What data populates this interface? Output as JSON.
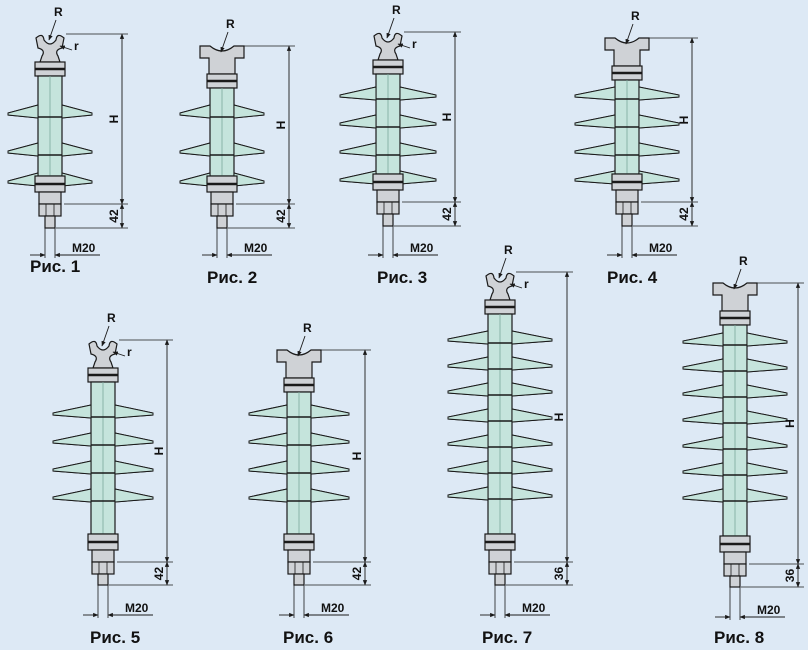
{
  "figures": [
    {
      "caption": "Рис. 1",
      "radius_label": "R",
      "inner_radius_label": "r",
      "height_label": "H",
      "base_label": "42",
      "thread_label": "M20"
    },
    {
      "caption": "Рис. 2",
      "radius_label": "R",
      "height_label": "H",
      "base_label": "42",
      "thread_label": "M20"
    },
    {
      "caption": "Рис. 3",
      "radius_label": "R",
      "inner_radius_label": "r",
      "height_label": "H",
      "base_label": "42",
      "thread_label": "M20"
    },
    {
      "caption": "Рис. 4",
      "radius_label": "R",
      "height_label": "H",
      "base_label": "42",
      "thread_label": "M20"
    },
    {
      "caption": "Рис. 5",
      "radius_label": "R",
      "inner_radius_label": "r",
      "height_label": "H",
      "base_label": "42",
      "thread_label": "M20"
    },
    {
      "caption": "Рис. 6",
      "radius_label": "R",
      "height_label": "H",
      "base_label": "42",
      "thread_label": "M20"
    },
    {
      "caption": "Рис. 7",
      "radius_label": "R",
      "inner_radius_label": "r",
      "height_label": "H",
      "base_label": "36",
      "thread_label": "M20"
    },
    {
      "caption": "Рис. 8",
      "radius_label": "R",
      "height_label": "H",
      "base_label": "36",
      "thread_label": "M20"
    }
  ],
  "colors": {
    "background": "#dde9f5",
    "insulator_body": "#c5e4dc",
    "metal_fitting": "#cfd2d6",
    "outline": "#1a1a1a"
  }
}
